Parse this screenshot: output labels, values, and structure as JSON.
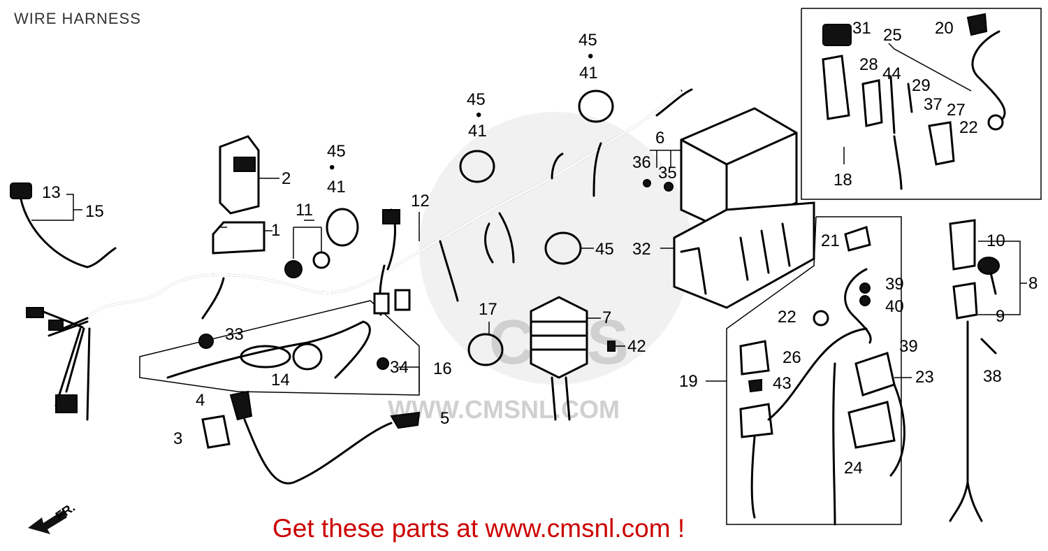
{
  "page": {
    "title": "WIRE HARNESS",
    "footer": "Get these parts at www.cmsnl.com !",
    "footer_color": "#cc0000"
  },
  "watermark": {
    "url_text": "WWW.CMSNL.COM",
    "logo_text": "CMS"
  },
  "direction_label": "FR.",
  "callouts": {
    "c1": "1",
    "c2": "2",
    "c3": "3",
    "c4": "4",
    "c5": "5",
    "c6": "6",
    "c7": "7",
    "c8": "8",
    "c9": "9",
    "c10": "10",
    "c11": "11",
    "c12": "12",
    "c13": "13",
    "c14": "14",
    "c15": "15",
    "c16": "16",
    "c17": "17",
    "c18": "18",
    "c19": "19",
    "c20": "20",
    "c21": "21",
    "c22a": "22",
    "c22b": "22",
    "c23": "23",
    "c24": "24",
    "c25": "25",
    "c26": "26",
    "c27": "27",
    "c28": "28",
    "c29": "29",
    "c31": "31",
    "c32": "32",
    "c33": "33",
    "c34": "34",
    "c35": "35",
    "c36": "36",
    "c37": "37",
    "c38": "38",
    "c39a": "39",
    "c39b": "39",
    "c40": "40",
    "c41a": "41",
    "c41b": "41",
    "c41c": "41",
    "c42": "42",
    "c43": "43",
    "c44": "44",
    "c45a": "45",
    "c45b": "45",
    "c45c": "45",
    "c45d": "45"
  }
}
